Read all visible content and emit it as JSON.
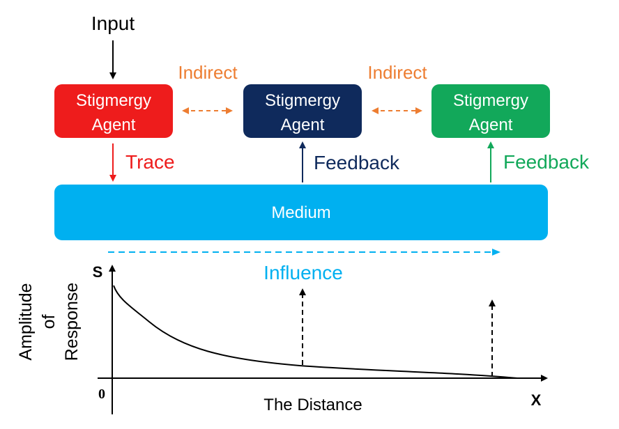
{
  "input_label": "Input",
  "indirect_label_left": "Indirect",
  "indirect_label_right": "Indirect",
  "agents": [
    {
      "line1": "Stigmergy",
      "line2": "Agent",
      "color": "#ee1c1c"
    },
    {
      "line1": "Stigmergy",
      "line2": "Agent",
      "color": "#0f2a5c"
    },
    {
      "line1": "Stigmergy",
      "line2": "Agent",
      "color": "#12a85a"
    }
  ],
  "trace_label": "Trace",
  "feedback_label_1": "Feedback",
  "feedback_label_2": "Feedback",
  "medium_label": "Medium",
  "influence_label": "Influence",
  "graph": {
    "y_axis_symbol": "S",
    "x_axis_symbol": "X",
    "origin_label": "0",
    "y_axis_label_lines": [
      "Amplitude",
      "of",
      "Response"
    ],
    "x_axis_label": "The Distance"
  },
  "colors": {
    "red": "#ee1c1c",
    "navy": "#0f2a5c",
    "green": "#12a85a",
    "orange": "#ed7d31",
    "cyan": "#00b0f0",
    "medium_fill": "#00b0f0"
  }
}
